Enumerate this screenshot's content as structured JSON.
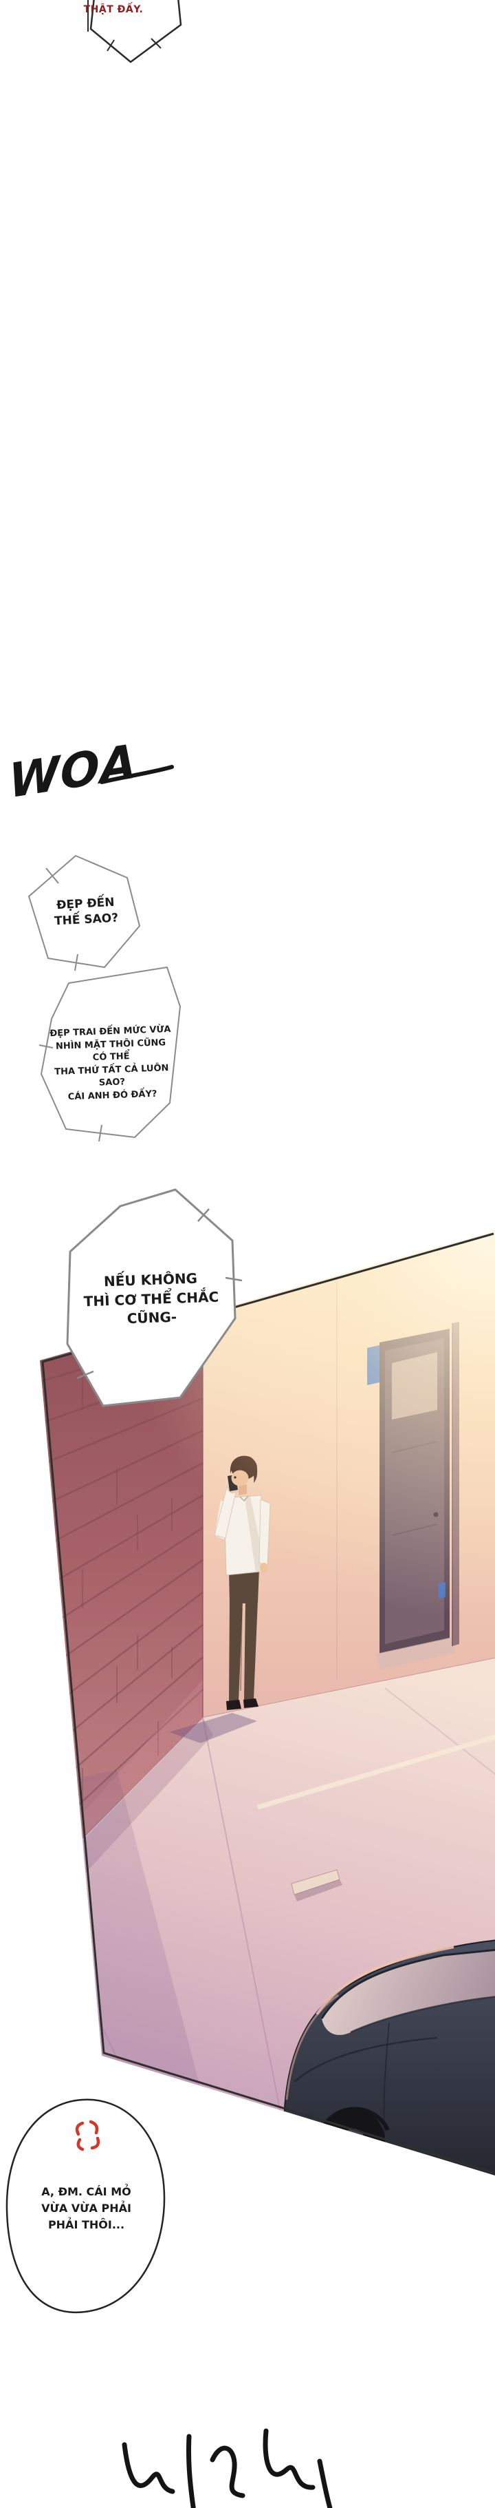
{
  "page": {
    "background": "#ffffff"
  },
  "text": {
    "bubble_top": "THẬT ĐẤY.",
    "sfx_woa": "WOA",
    "bubble_dep_den": [
      "ĐẸP ĐẾN",
      "THẾ SAO?"
    ],
    "bubble_dep_trai": [
      "ĐẸP TRAI ĐẾN MỨC VỪA",
      "NHÌN MẶT THÔI CŨNG CÓ THỂ",
      "THA THỨ TẤT CẢ LUÔN SAO?",
      "CÁI ANH ĐÓ ĐẤY?"
    ],
    "bubble_neu_khong": [
      "NẾU KHÔNG",
      "THÌ CƠ THỂ CHẮC",
      "CŨNG-"
    ],
    "bubble_bottom": [
      "A, ĐM. CÁI MỎ",
      "VỪA VỪA PHẢI",
      "PHẢI THÔI..."
    ]
  },
  "colors": {
    "ink": "#2b2b2b",
    "bubble_border_gray": "#8b8b8b",
    "speech_red": "#8f1d1d",
    "anger_red": "#cf3a28",
    "sunset_cream": "#fdf1d9",
    "sunset_peach": "#f7d9c3",
    "sunset_mauve": "#dcaeba",
    "sunset_purple": "#ad86ab",
    "brick": "#a9646a",
    "brick_line": "#7e464f",
    "wall_light": "#fdeecf",
    "ground_light": "#f6e3d6",
    "ground_shadow": "#bb93b4",
    "door": "#7b6470",
    "sign_blue": "#477bd0",
    "shirt": "#f6f2ea",
    "pants": "#5b4a3c",
    "hair": "#53362b",
    "skin": "#efc39e",
    "car_body": "#3a3f4e",
    "car_glass": "#cdb9bd"
  },
  "scene": {
    "alt": "Man in a white shirt talking on a phone in an alley at sunset; red brick wall on the left, door on the back wall, dark parked car in the lower right."
  }
}
